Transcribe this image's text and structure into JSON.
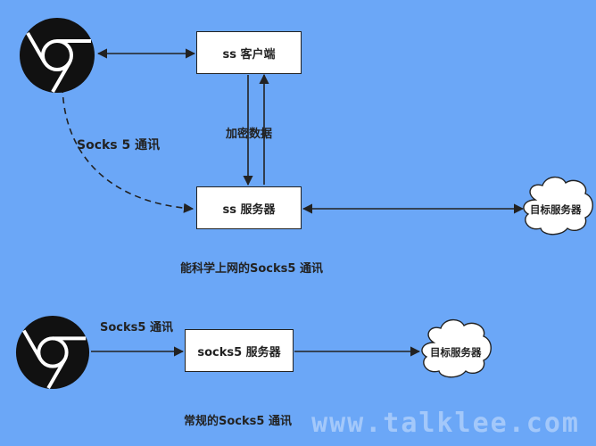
{
  "top_diagram": {
    "client_label": "ss 客户端",
    "server_label": "ss 服务器",
    "encrypted_label": "加密数据",
    "socks_link_label": "Socks 5 通讯",
    "target_label": "目标服务器",
    "caption": "能科学上网的Socks5 通讯"
  },
  "bottom_diagram": {
    "server_label": "socks5 服务器",
    "link_label": "Socks5 通讯",
    "target_label": "目标服务器",
    "caption": "常规的Socks5 通讯"
  },
  "icons": [
    "chrome-icon",
    "chrome-icon"
  ],
  "watermark": "www.talklee.com",
  "colors": {
    "background": "#6ba7f7",
    "box_fill": "#ffffff",
    "line": "#222222"
  }
}
